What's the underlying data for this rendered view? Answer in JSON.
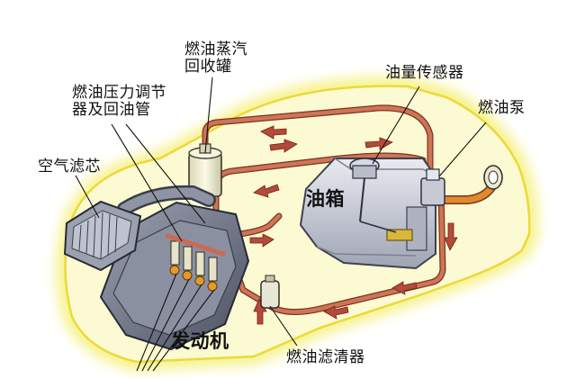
{
  "labels": {
    "vapor_canister_line1": "燃油蒸汽",
    "vapor_canister_line2": "回收罐",
    "pressure_regulator_line1": "燃油压力调节",
    "pressure_regulator_line2": "器及回油管",
    "air_filter": "空气滤芯",
    "level_sensor": "油量传感器",
    "fuel_pump": "燃油泵",
    "fuel_tank": "油箱",
    "engine": "发动机",
    "fuel_filter": "燃油滤清器"
  },
  "colors": {
    "car_glow": "#f6f28c",
    "car_outline": "#ecd93a",
    "fuel_line": "#c96a52",
    "fuel_line_edge": "#7a3420",
    "engine_metal": "#6f7486",
    "tank_metal": "#c9ccd6",
    "arrow": "#b44a3a"
  },
  "icons": [
    "fuel-vapor-canister-icon",
    "air-filter-icon",
    "engine-icon",
    "fuel-tank-icon",
    "fuel-pump-icon",
    "fuel-filter-icon",
    "level-sensor-icon"
  ]
}
